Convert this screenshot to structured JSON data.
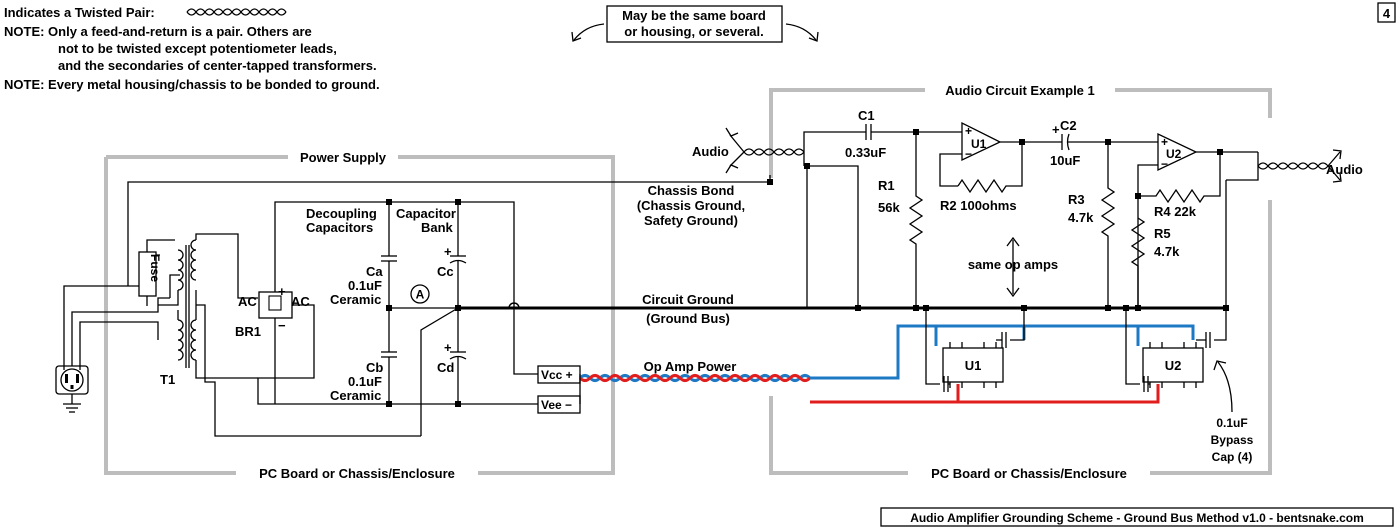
{
  "legend": {
    "twisted_pair_label": "Indicates a Twisted Pair:",
    "note1_line1": "NOTE: Only a feed-and-return is a pair. Others are",
    "note1_line2": "not to be twisted except potentiometer leads,",
    "note1_line3": "and the secondaries of center-tapped transformers.",
    "note2": "NOTE: Every metal housing/chassis to be bonded to ground."
  },
  "callout": {
    "line1": "May be the same board",
    "line2": "or housing, or several."
  },
  "page_number": "4",
  "sections": {
    "power_supply": "Power Supply",
    "audio_circuit": "Audio Circuit Example 1",
    "left_board": "PC Board or Chassis/Enclosure",
    "right_board": "PC Board or Chassis/Enclosure"
  },
  "labels": {
    "fuse": "Fuse",
    "t1": "T1",
    "ac_left": "AC",
    "ac_right": "AC",
    "br1": "BR1",
    "plus": "+",
    "minus": "−",
    "decoupling_line1": "Decoupling",
    "decoupling_line2": "Capacitors",
    "capbank_line1": "Capacitor",
    "capbank_line2": "Bank",
    "ca": "Ca",
    "ca_value": "0.1uF",
    "ca_type": "Ceramic",
    "cb": "Cb",
    "cb_value": "0.1uF",
    "cb_type": "Ceramic",
    "cc": "Cc",
    "cd": "Cd",
    "node_a": "A",
    "vcc": "Vcc +",
    "vee": "Vee −",
    "chassis_bond_line1": "Chassis Bond",
    "chassis_bond_line2": "(Chassis Ground,",
    "chassis_bond_line3": "Safety Ground)",
    "circuit_ground_line1": "Circuit Ground",
    "circuit_ground_line2": "(Ground Bus)",
    "opamp_power": "Op Amp Power",
    "audio_in": "Audio",
    "audio_out": "Audio",
    "c1": "C1",
    "c1_value": "0.33uF",
    "c2": "C2",
    "c2_value": "10uF",
    "r1": "R1",
    "r1_value": "56k",
    "r2": "R2 100ohms",
    "r3": "R3",
    "r3_value": "4.7k",
    "r4": "R4  22k",
    "r5": "R5",
    "r5_value": "4.7k",
    "u1": "U1",
    "u2": "U2",
    "same_op_amps": "same op amps",
    "bypass_line1": "0.1uF",
    "bypass_line2": "Bypass",
    "bypass_line3": "Cap (4)"
  },
  "footer": "Audio Amplifier Grounding Scheme - Ground Bus Method v1.0 - bentsnake.com",
  "colors": {
    "frame": "#bdbdbd",
    "vcc_wire": "#1d79c4",
    "vee_wire": "#e11d1d"
  }
}
